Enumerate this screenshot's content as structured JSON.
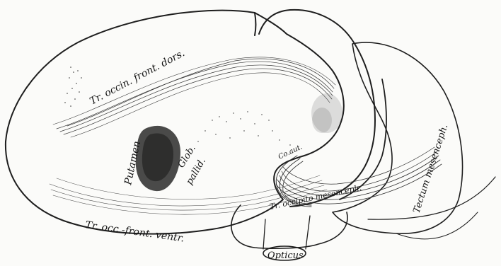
{
  "figure": {
    "colors": {
      "background": "#fbfbf9",
      "ink": "#1e1e1e",
      "fiber": "#3a3a3a",
      "putamen_fill": "#2a2a2a"
    },
    "labels": {
      "tr_occin_front_dors": "Tr. occin. front. dors.",
      "putamen": "Putamen",
      "glob": "Glob.",
      "pallid": "pallid.",
      "co_aut": "Co.aut.",
      "tr_occipito_mesenceph": "Tr. occipito mesenceph.",
      "tectum_mesenceph": "Tectum mesenceph.",
      "tr_occ_front_ventr": "Tr. occ.-front. ventr.",
      "opticus": "Opticus"
    }
  }
}
